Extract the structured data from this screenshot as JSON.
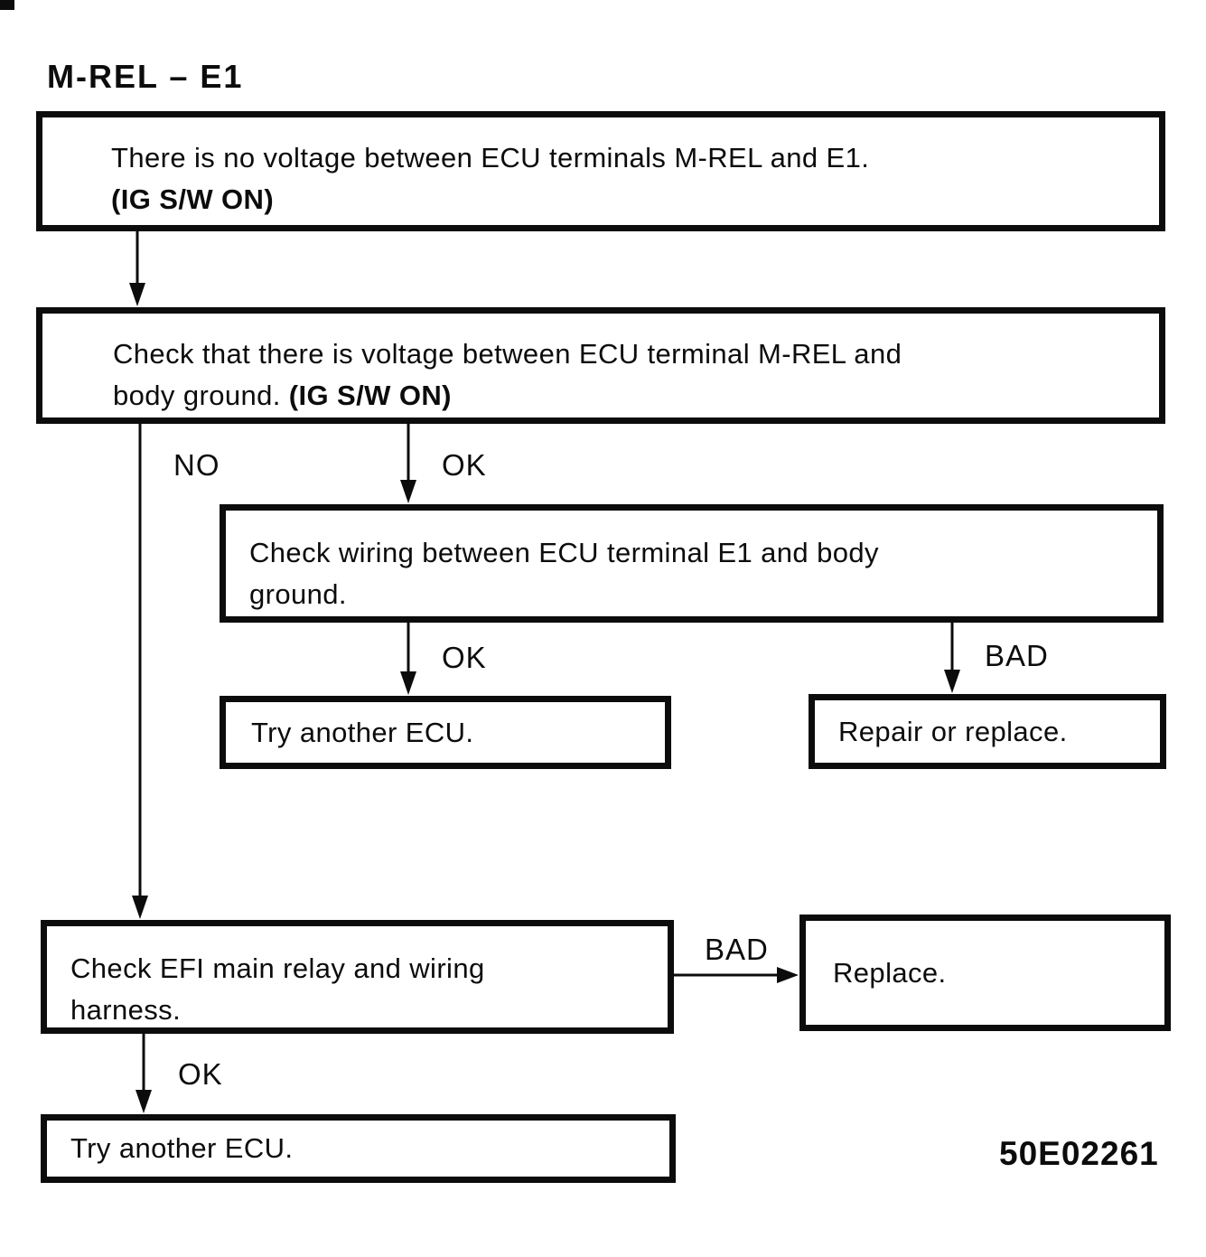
{
  "title": "M-REL – E1",
  "doc_code": "50E02261",
  "flowchart": {
    "boxes": {
      "b1": {
        "line1": "There is no voltage between ECU terminals M-REL and E1.",
        "line2_bold": "(IG S/W ON)"
      },
      "b2": {
        "line1": "Check that there is voltage between ECU terminal M-REL and",
        "line2": "body ground. ",
        "line2_bold": "(IG S/W ON)"
      },
      "b3": {
        "line1": "Check wiring between ECU terminal E1 and body",
        "line2": "ground."
      },
      "b4": {
        "text": "Try another ECU."
      },
      "b5": {
        "text": "Repair or replace."
      },
      "b6": {
        "line1": "Check EFI main relay and wiring",
        "line2": "harness."
      },
      "b7": {
        "text": "Replace."
      },
      "b8": {
        "text": "Try another ECU."
      }
    },
    "labels": {
      "no1": "NO",
      "ok1": "OK",
      "ok2": "OK",
      "bad1": "BAD",
      "bad2": "BAD",
      "ok3": "OK"
    }
  },
  "colors": {
    "ink": "#0c0c0c",
    "paper": "#ffffff"
  }
}
